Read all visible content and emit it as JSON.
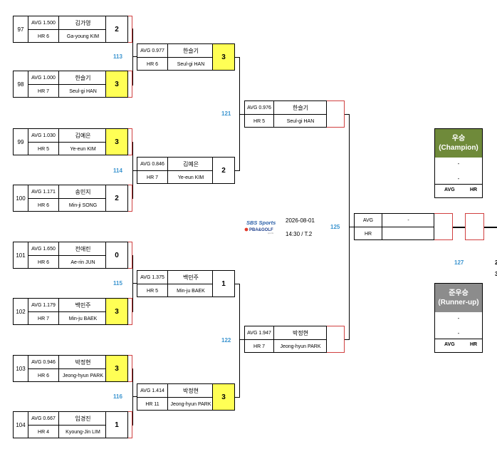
{
  "round1": [
    {
      "match": "97",
      "avg": "AVG 1.500",
      "kr": "김가영",
      "hr": "HR 6",
      "en": "Ga-young KIM",
      "score": "2",
      "win": false
    },
    {
      "match": "98",
      "avg": "AVG 1.000",
      "kr": "한슬기",
      "hr": "HR 7",
      "en": "Seul-gi HAN",
      "score": "3",
      "win": true
    },
    {
      "match": "99",
      "avg": "AVG 1.030",
      "kr": "김예은",
      "hr": "HR 5",
      "en": "Ye-eun KIM",
      "score": "3",
      "win": true
    },
    {
      "match": "100",
      "avg": "AVG 1.171",
      "kr": "송민지",
      "hr": "HR 6",
      "en": "Min-ji SONG",
      "score": "2",
      "win": false
    },
    {
      "match": "101",
      "avg": "AVG 1.650",
      "kr": "전애린",
      "hr": "HR 6",
      "en": "Ae-rin JUN",
      "score": "0",
      "win": false
    },
    {
      "match": "102",
      "avg": "AVG 1.179",
      "kr": "백민주",
      "hr": "HR 7",
      "en": "Min-ju BAEK",
      "score": "3",
      "win": true
    },
    {
      "match": "103",
      "avg": "AVG 0.946",
      "kr": "박정현",
      "hr": "HR 6",
      "en": "Jeong-hyun PARK",
      "score": "3",
      "win": true
    },
    {
      "match": "104",
      "avg": "AVG 0.667",
      "kr": "임경진",
      "hr": "HR 4",
      "en": "Kyoung-Jin LIM",
      "score": "1",
      "win": false
    }
  ],
  "round2": [
    {
      "avg": "AVG 0.977",
      "kr": "한슬기",
      "hr": "HR 6",
      "en": "Seul-gi HAN",
      "score": "3",
      "win": true
    },
    {
      "avg": "AVG 0.846",
      "kr": "김예은",
      "hr": "HR 7",
      "en": "Ye-eun KIM",
      "score": "2",
      "win": false
    },
    {
      "avg": "AVG 1.375",
      "kr": "백민주",
      "hr": "HR 5",
      "en": "Min-ju BAEK",
      "score": "1",
      "win": false
    },
    {
      "avg": "AVG 1.414",
      "kr": "박정현",
      "hr": "HR 11",
      "en": "Jeong-hyun PARK",
      "score": "3",
      "win": true
    }
  ],
  "round3": [
    {
      "avg": "AVG 0.976",
      "kr": "한슬기",
      "hr": "HR 5",
      "en": "Seul-gi HAN"
    },
    {
      "avg": "AVG 1.947",
      "kr": "박정현",
      "hr": "HR 7",
      "en": "Jeong-hyun PARK"
    }
  ],
  "match_numbers": {
    "m113": "113",
    "m114": "114",
    "m115": "115",
    "m116": "116",
    "m121": "121",
    "m122": "122",
    "m125": "125",
    "m127": "127",
    "m127_partial": "2",
    "m127_partial2": "3"
  },
  "final": {
    "avg": "AVG",
    "avg_value": "-",
    "hr": "HR"
  },
  "event": {
    "date": "2026-08-01",
    "time_table": "14:30 / T.2",
    "logo_top": "SBS Sports",
    "logo_bottom": "PBA&GOLF"
  },
  "champion": {
    "title": "우승",
    "subtitle": "(Champion)",
    "line1": "-",
    "line2": "-",
    "avg": "AVG",
    "hr": "HR",
    "color": "#6f8a3a"
  },
  "runner_up": {
    "title": "준우승",
    "subtitle": "(Runner-up)",
    "line1": "-",
    "line2": "-",
    "avg": "AVG",
    "hr": "HR",
    "color": "#8c8c8c"
  },
  "colors": {
    "winner_highlight": "#ffff55",
    "match_number": "#3a94cf",
    "connector_red": "#d04040"
  }
}
